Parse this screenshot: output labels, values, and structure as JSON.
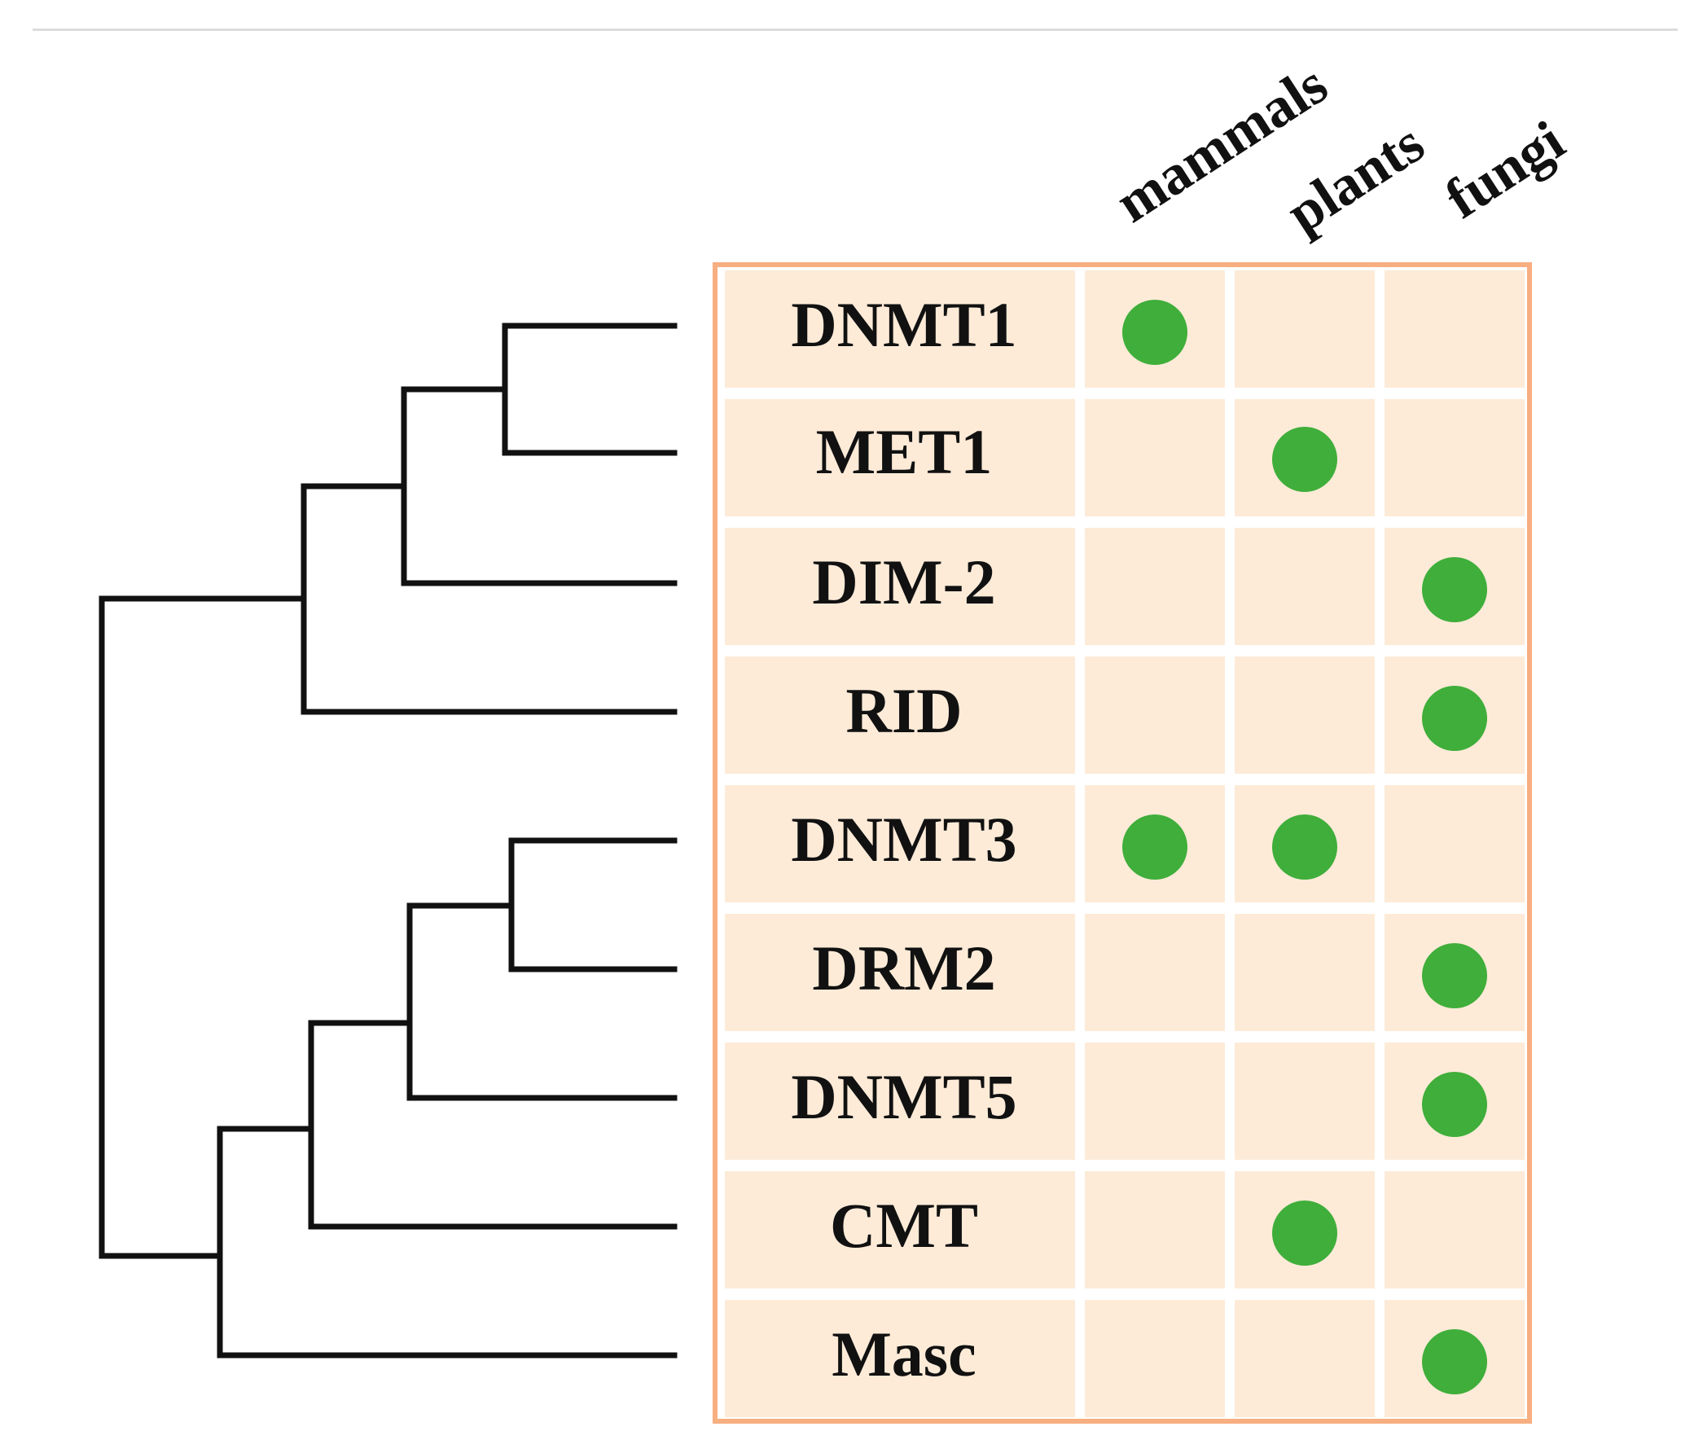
{
  "header": {
    "columns": [
      "mammals",
      "plants",
      "fungi"
    ]
  },
  "rows": [
    {
      "name": "DNMT1",
      "presence": [
        true,
        false,
        false
      ]
    },
    {
      "name": "MET1",
      "presence": [
        false,
        true,
        false
      ]
    },
    {
      "name": "DIM-2",
      "presence": [
        false,
        false,
        true
      ]
    },
    {
      "name": "RID",
      "presence": [
        false,
        false,
        true
      ]
    },
    {
      "name": "DNMT3",
      "presence": [
        true,
        true,
        false
      ]
    },
    {
      "name": "DRM2",
      "presence": [
        false,
        false,
        true
      ]
    },
    {
      "name": "DNMT5",
      "presence": [
        false,
        false,
        true
      ]
    },
    {
      "name": "CMT",
      "presence": [
        false,
        true,
        false
      ]
    },
    {
      "name": "Masc",
      "presence": [
        false,
        false,
        true
      ]
    }
  ],
  "colors": {
    "cell_fill": "#fdebd8",
    "border": "#f7ae80",
    "dot": "#3fae3a",
    "tree": "#111111",
    "text": "#111111"
  },
  "icons": {
    "presence_marker": "filled-circle"
  }
}
